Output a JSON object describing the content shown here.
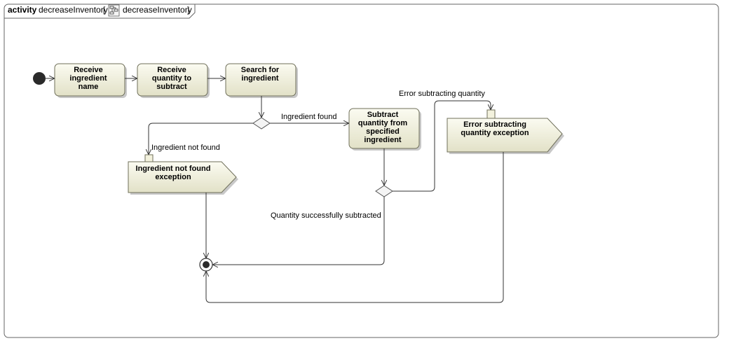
{
  "frame": {
    "keyword": "activity",
    "name": "decreaseInventory",
    "bracket_open": "[",
    "behavior_name": "decreaseInventory",
    "bracket_close": "]"
  },
  "colors": {
    "action_fill_top": "#fbfbf1",
    "action_fill_bottom": "#e2e1c7",
    "action_stroke": "#6f6f5a",
    "edge": "#333333"
  },
  "nodes": {
    "receive_name": [
      "Receive",
      "ingredient",
      "name"
    ],
    "receive_qty": [
      "Receive",
      "quantity to",
      "subtract"
    ],
    "search": [
      "Search for",
      "ingredient"
    ],
    "subtract": [
      "Subtract",
      "quantity from",
      "specified",
      "ingredient"
    ],
    "not_found_exception": [
      "Ingredient not found",
      "exception"
    ],
    "error_exception": [
      "Error subtracting",
      "quantity exception"
    ]
  },
  "edges": {
    "ingredient_found": "Ingredient found",
    "ingredient_not_found": "Ingredient not found",
    "error_subtracting": "Error subtracting quantity",
    "success": "Quantity successfully subtracted"
  }
}
